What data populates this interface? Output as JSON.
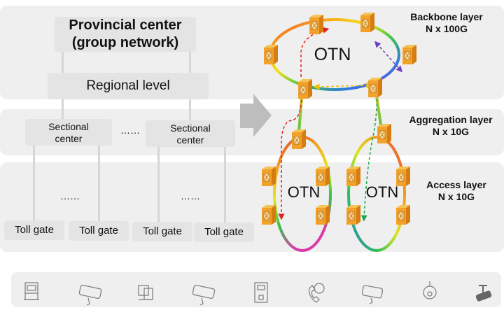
{
  "left": {
    "provincial_line1": "Provincial center",
    "provincial_line2": "(group network)",
    "regional": "Regional level",
    "sectional_a_line1": "Sectional",
    "sectional_a_line2": "center",
    "sectional_b_line1": "Sectional",
    "sectional_b_line2": "center",
    "ellipsis_mid": "……",
    "ellipsis_a": "……",
    "ellipsis_b": "……",
    "toll_gates": [
      "Toll gate",
      "Toll gate",
      "Toll gate",
      "Toll gate"
    ]
  },
  "right": {
    "ring_top_label": "OTN",
    "ring_left_label": "OTN",
    "ring_right_label": "OTN",
    "backbone_line1": "Backbone layer",
    "backbone_line2": "N x 100G",
    "aggregation_line1": "Aggregation layer",
    "aggregation_line2": "N x 10G",
    "access_line1": "Access layer",
    "access_line2": "N x 10G"
  },
  "devices": [
    "terminal-icon",
    "camera-icon",
    "pc-icon",
    "camera-icon",
    "panel-icon",
    "phone-icon",
    "camera-icon",
    "dome-camera-icon",
    "ptz-camera-icon"
  ]
}
